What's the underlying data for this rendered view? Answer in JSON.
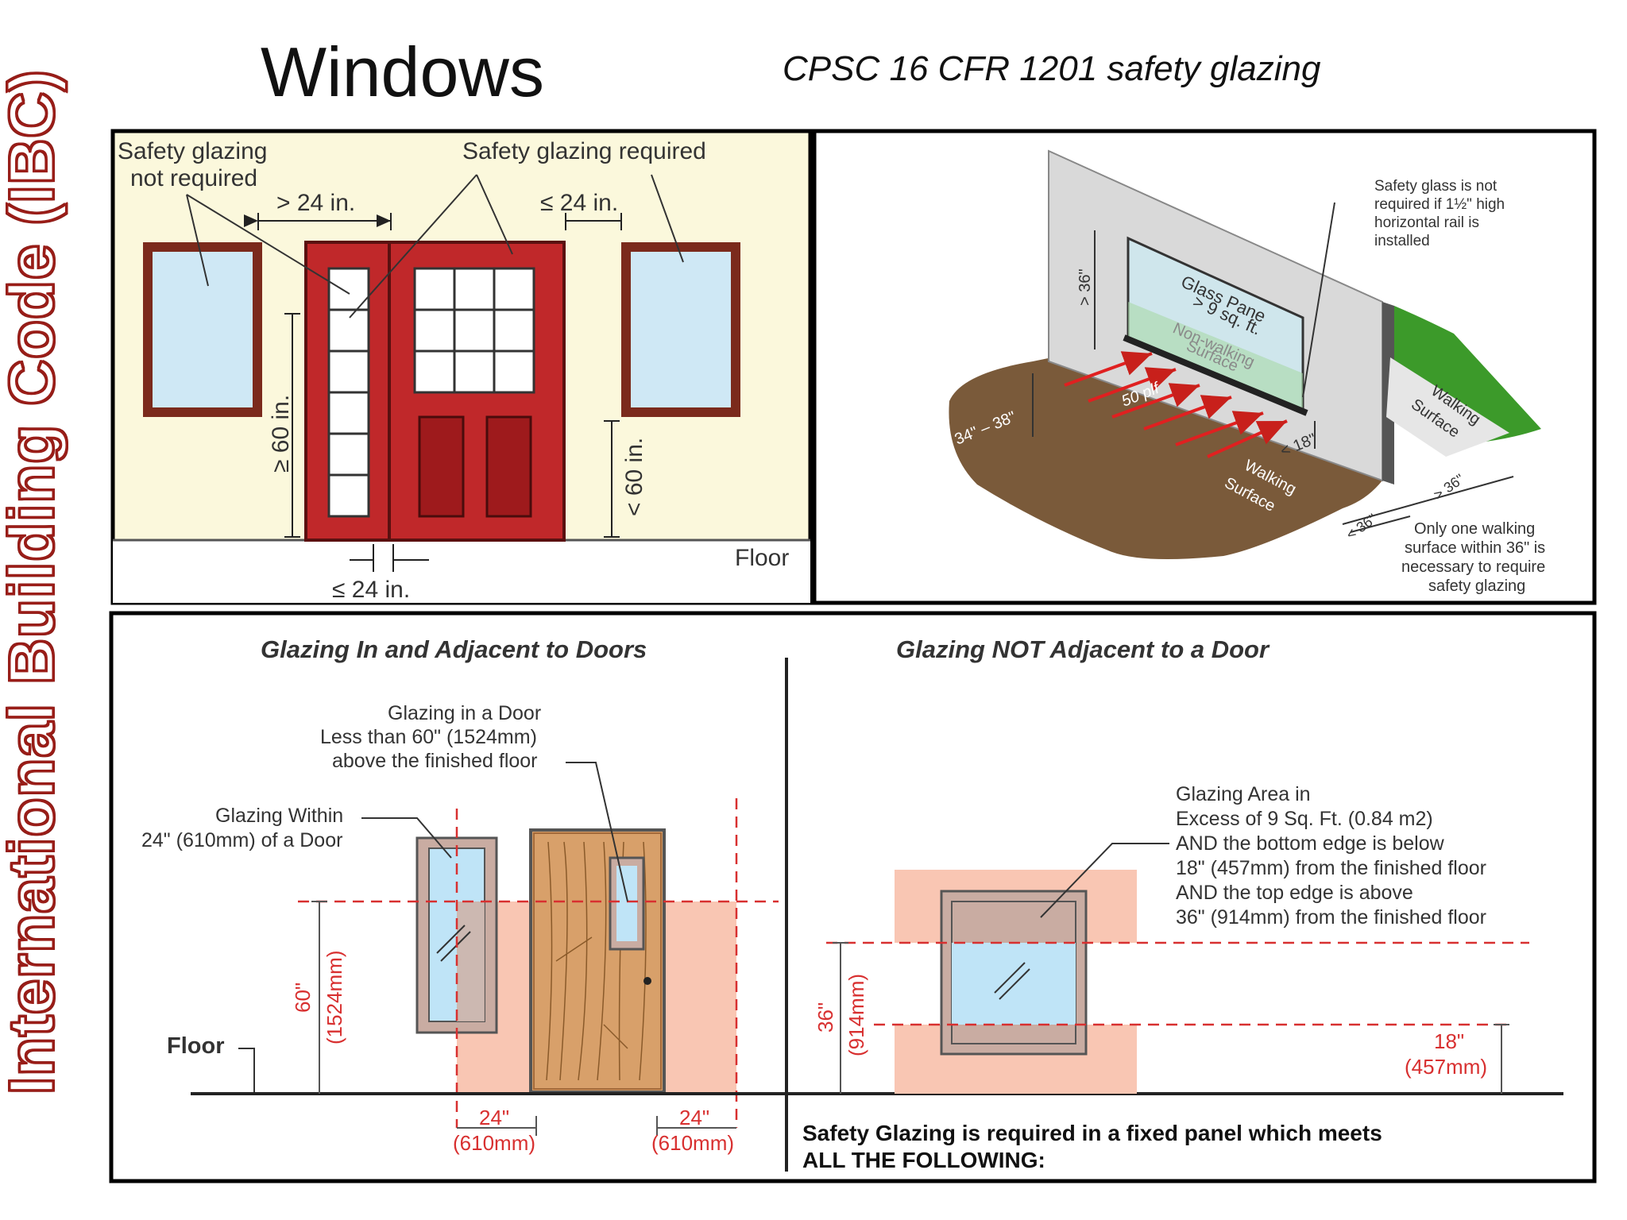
{
  "sidebar": {
    "title": "International Building Code (IBC)"
  },
  "header": {
    "title": "Windows",
    "subtitle": "CPSC 16 CFR 1201 safety glazing"
  },
  "panel_tl": {
    "not_required_1": "Safety glazing",
    "not_required_2": "not required",
    "required": "Safety glazing required",
    "gt24": "> 24 in.",
    "le24_top": "≤ 24 in.",
    "ge60": "≥ 60 in.",
    "lt60": "< 60 in.",
    "floor": "Floor",
    "le24_bottom": "≤ 24 in."
  },
  "panel_tr": {
    "note_1": "Safety glass is not",
    "note_2": "required if 1½\" high",
    "note_3": "horizontal rail is",
    "note_4": "installed",
    "pane_1": "Glass Pane",
    "pane_2": "> 9 sq. ft.",
    "non_walking_1": "Non-walking",
    "non_walking_2": "Surface",
    "gt36_v": "> 36\"",
    "range": "34\" – 38\"",
    "load": "50 plf",
    "lt18": "< 18\"",
    "walking_1": "Walking",
    "walking_2": "Surface",
    "walking_r1": "Walking",
    "walking_r2": "Surface",
    "gt36": "> 36\"",
    "lt36": "< 36\"",
    "only_1": "Only one walking",
    "only_2": "surface within 36\" is",
    "only_3": "necessary to require",
    "only_4": "safety glazing"
  },
  "panel_bottom": {
    "heading_left": "Glazing In and Adjacent to Doors",
    "heading_right": "Glazing NOT Adjacent to a Door",
    "door_glazing_1": "Glazing in a Door",
    "door_glazing_2": "Less than 60\" (1524mm)",
    "door_glazing_3": "above the finished floor",
    "within_1": "Glazing Within",
    "within_2": "24\" (610mm) of a Door",
    "dim60_1": "60\"",
    "dim60_2": "(1524mm)",
    "floor": "Floor",
    "dim24a_1": "24\"",
    "dim24a_2": "(610mm)",
    "dim24b_1": "24\"",
    "dim24b_2": "(610mm)",
    "area_1": "Glazing Area in",
    "area_2": "Excess of 9 Sq. Ft. (0.84 m2)",
    "area_3": "AND the bottom edge is below",
    "area_4": "18\" (457mm) from the finished floor",
    "area_5": "AND the top edge is above",
    "area_6": "36\" (914mm) from the finished floor",
    "dim36_1": "36\"",
    "dim36_2": "(914mm)",
    "dim18_1": "18\"",
    "dim18_2": "(457mm)",
    "footer_1": "Safety Glazing is required in a fixed panel which meets",
    "footer_2": "ALL THE FOLLOWING:"
  },
  "colors": {
    "accent_red": "#c8201b",
    "door_red": "#c0282a",
    "pink_zone": "#f9c6b3",
    "glass_blue": "#bfe4f7"
  }
}
